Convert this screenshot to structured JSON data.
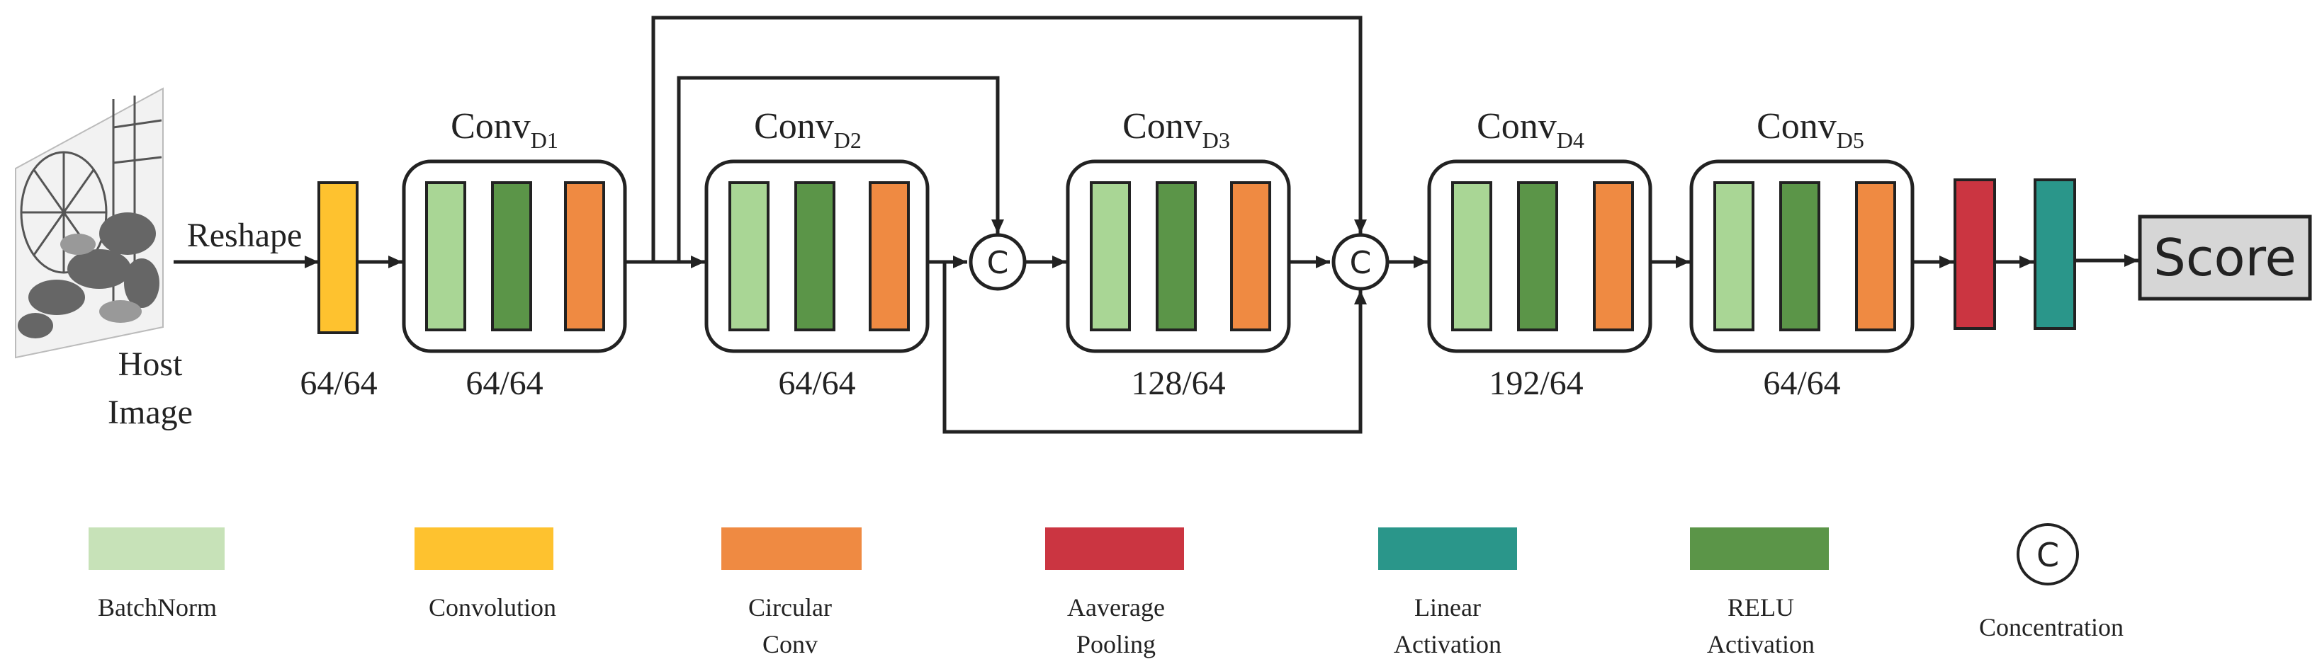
{
  "colors": {
    "batchnorm": "#a9d695",
    "relu": "#5b9548",
    "circular_conv": "#ef8a42",
    "convolution": "#fec22f",
    "average_pooling": "#cb3541",
    "linear_activation": "#2a968a",
    "batchnorm_legend": "#c7e2b8",
    "score_fill": "#d6d6d6"
  },
  "input": {
    "label_line1": "Host",
    "label_line2": "Image",
    "reshape_label": "Reshape",
    "icon": "host-image-thumbnail"
  },
  "blocks": [
    {
      "id": "d1",
      "name": "Conv",
      "sub": "D1",
      "channels": "64/64"
    },
    {
      "id": "d2",
      "name": "Conv",
      "sub": "D2",
      "channels": "64/64"
    },
    {
      "id": "d3",
      "name": "Conv",
      "sub": "D3",
      "channels": "128/64"
    },
    {
      "id": "d4",
      "name": "Conv",
      "sub": "D4",
      "channels": "192/64"
    },
    {
      "id": "d5",
      "name": "Conv",
      "sub": "D5",
      "channels": "64/64"
    }
  ],
  "first_conv_channels": "64/64",
  "concat_symbol": "C",
  "output": {
    "label": "Score"
  },
  "legend": [
    {
      "key": "batchnorm",
      "line1": "BatchNorm",
      "line2": ""
    },
    {
      "key": "convolution",
      "line1": "Convolution",
      "line2": ""
    },
    {
      "key": "circular_conv",
      "line1": "Circular",
      "line2": "Conv"
    },
    {
      "key": "average_pooling",
      "line1": "Aaverage",
      "line2": "Pooling"
    },
    {
      "key": "linear_activation",
      "line1": "Linear",
      "line2": "Activation"
    },
    {
      "key": "relu",
      "line1": "RELU",
      "line2": "Activation"
    },
    {
      "key": "concentration",
      "line1": "Concentration",
      "line2": ""
    }
  ]
}
